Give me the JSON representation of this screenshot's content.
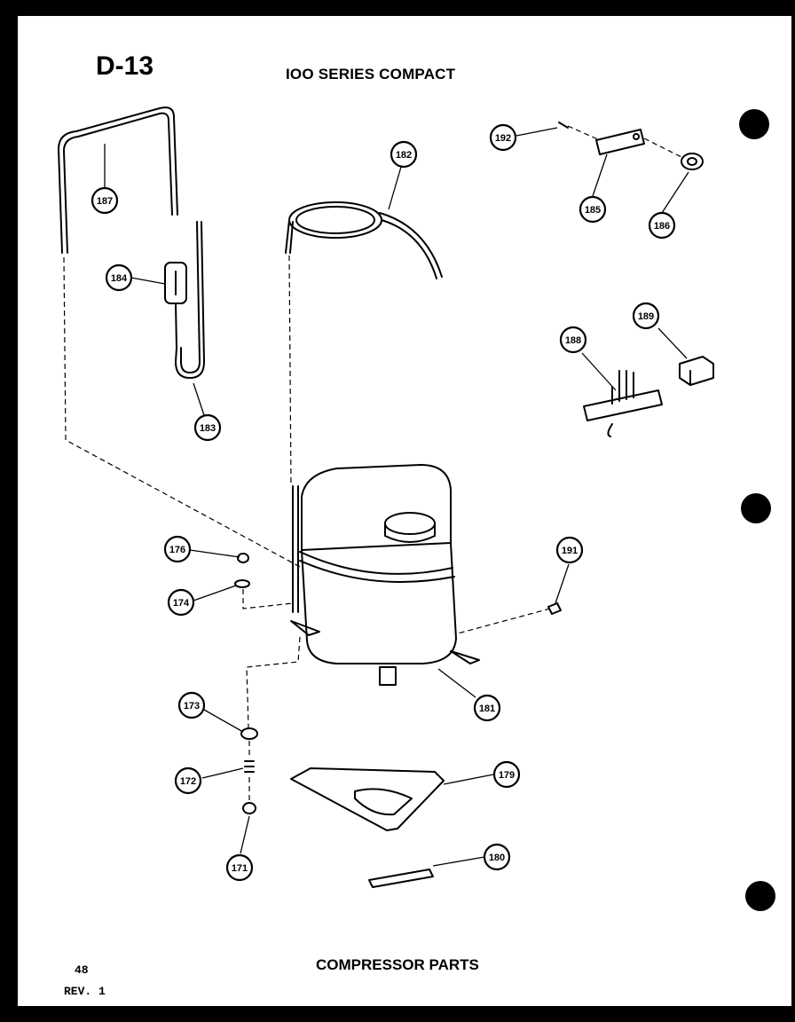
{
  "header": {
    "diagram_code": "D-13",
    "series_title": "IOO SERIES COMPACT"
  },
  "footer": {
    "page_number": "48",
    "revision": "REV. 1",
    "caption": "COMPRESSOR PARTS"
  },
  "callouts": [
    {
      "part": "187",
      "label": "187"
    },
    {
      "part": "184",
      "label": "184"
    },
    {
      "part": "183",
      "label": "183"
    },
    {
      "part": "182",
      "label": "182"
    },
    {
      "part": "192",
      "label": "192"
    },
    {
      "part": "185",
      "label": "185"
    },
    {
      "part": "186",
      "label": "186"
    },
    {
      "part": "188",
      "label": "188"
    },
    {
      "part": "189",
      "label": "189"
    },
    {
      "part": "176",
      "label": "176"
    },
    {
      "part": "174",
      "label": "174"
    },
    {
      "part": "191",
      "label": "191"
    },
    {
      "part": "181",
      "label": "181"
    },
    {
      "part": "173",
      "label": "173"
    },
    {
      "part": "172",
      "label": "172"
    },
    {
      "part": "179",
      "label": "179"
    },
    {
      "part": "180",
      "label": "180"
    },
    {
      "part": "171",
      "label": "171"
    }
  ],
  "colors": {
    "ink": "#000000",
    "paper": "#ffffff"
  }
}
